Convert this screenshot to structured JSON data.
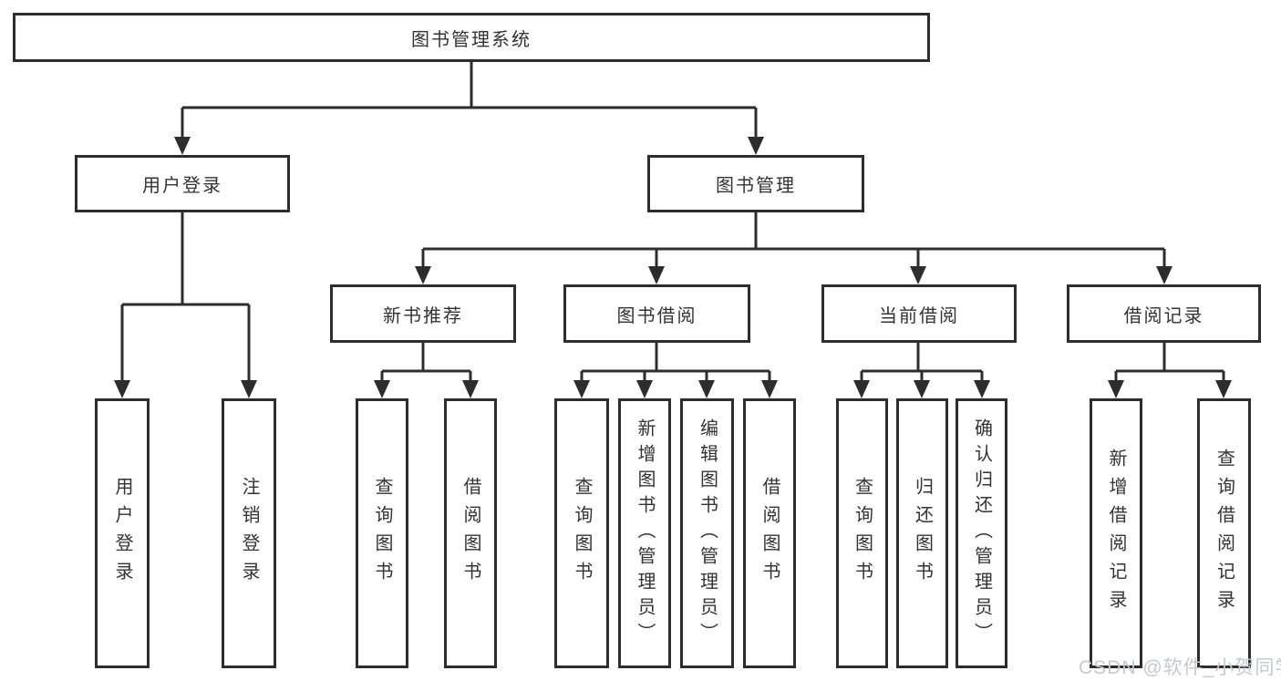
{
  "diagram": {
    "title": "图书管理系统",
    "branches": [
      {
        "label": "用户登录",
        "children": [
          {
            "label": "用户登录"
          },
          {
            "label": "注销登录"
          }
        ]
      },
      {
        "label": "图书管理",
        "children": [
          {
            "label": "新书推荐",
            "children": [
              {
                "label": "查询图书"
              },
              {
                "label": "借阅图书"
              }
            ]
          },
          {
            "label": "图书借阅",
            "children": [
              {
                "label": "查询图书"
              },
              {
                "label": "新增图书（管理员）"
              },
              {
                "label": "编辑图书（管理员）"
              },
              {
                "label": "借阅图书"
              }
            ]
          },
          {
            "label": "当前借阅",
            "children": [
              {
                "label": "查询图书"
              },
              {
                "label": "归还图书"
              },
              {
                "label": "确认归还（管理员）"
              }
            ]
          },
          {
            "label": "借阅记录",
            "children": [
              {
                "label": "新增借阅记录"
              },
              {
                "label": "查询借阅记录"
              }
            ]
          }
        ]
      }
    ]
  },
  "watermark": {
    "text": "CSDN @软件_小贺同学"
  },
  "colors": {
    "background": "#ffffff",
    "line": "#2d2d2d",
    "text": "#333333",
    "watermark": "#c5c9d1"
  }
}
